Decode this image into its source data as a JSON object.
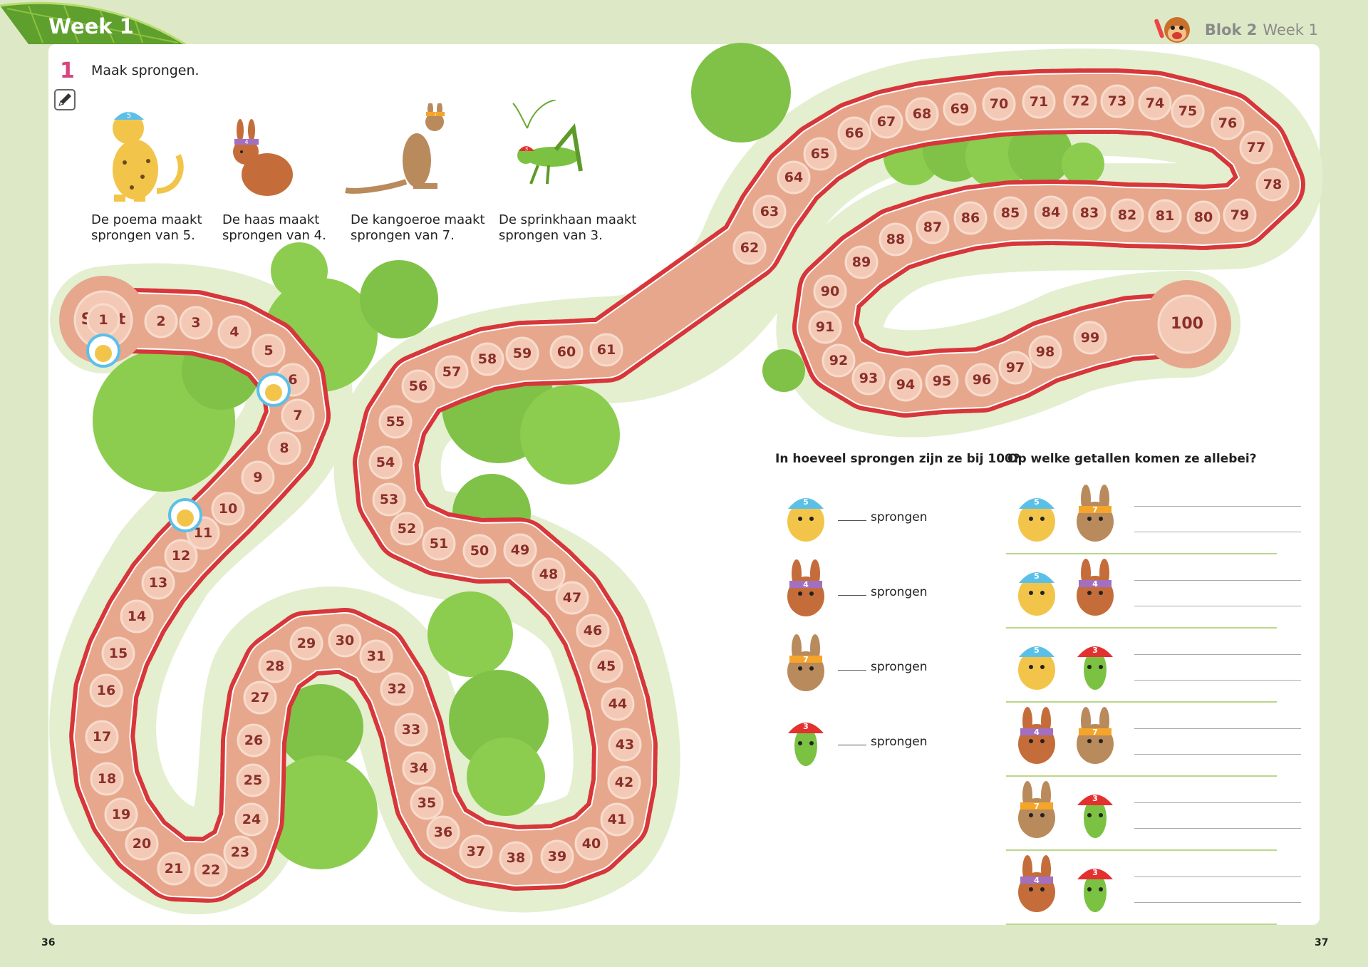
{
  "header": {
    "week_title": "Week 1",
    "blok": "Blok 2",
    "week": "Week 1"
  },
  "exercise": {
    "number": "1",
    "instruction": "Maak sprongen."
  },
  "animals": [
    {
      "name": "poema",
      "cap": "5",
      "line1": "De poema maakt",
      "line2": "sprongen van 5."
    },
    {
      "name": "haas",
      "cap": "4",
      "line1": "De haas maakt",
      "line2": "sprongen van 4."
    },
    {
      "name": "kangoeroe",
      "cap": "7",
      "line1": "De kangoeroe maakt",
      "line2": "sprongen van 7."
    },
    {
      "name": "sprinkhaan",
      "cap": "3",
      "line1": "De sprinkhaan maakt",
      "line2": "sprongen van 3."
    }
  ],
  "board": {
    "start": "Start",
    "tiles": [
      "1",
      "2",
      "3",
      "4",
      "5",
      "6",
      "7",
      "8",
      "9",
      "10",
      "11",
      "12",
      "13",
      "14",
      "15",
      "16",
      "17",
      "18",
      "19",
      "20",
      "21",
      "22",
      "23",
      "24",
      "25",
      "26",
      "27",
      "28",
      "29",
      "30",
      "31",
      "32",
      "33",
      "34",
      "35",
      "36",
      "37",
      "38",
      "39",
      "40",
      "41",
      "42",
      "43",
      "44",
      "45",
      "46",
      "47",
      "48",
      "49",
      "50",
      "51",
      "52",
      "53",
      "54",
      "55",
      "56",
      "57",
      "58",
      "59",
      "60",
      "61",
      "62",
      "63",
      "64",
      "65",
      "66",
      "67",
      "68",
      "69",
      "70",
      "71",
      "72",
      "73",
      "74",
      "75",
      "76",
      "77",
      "78",
      "79",
      "80",
      "81",
      "82",
      "83",
      "84",
      "85",
      "86",
      "87",
      "88",
      "89",
      "90",
      "91",
      "92",
      "93",
      "94",
      "95",
      "96",
      "97",
      "98",
      "99"
    ],
    "finish": "100"
  },
  "questions": {
    "q1": "In hoeveel sprongen zijn ze bij 100?",
    "q2": "Op welke getallen komen ze allebei?",
    "answer_label": "sprongen",
    "q1_rows": [
      {
        "animal": "poema",
        "cap": "5"
      },
      {
        "animal": "haas",
        "cap": "4"
      },
      {
        "animal": "kangoeroe",
        "cap": "7"
      },
      {
        "animal": "sprinkhaan",
        "cap": "3"
      }
    ],
    "q2_rows": [
      [
        "5",
        "7"
      ],
      [
        "5",
        "4"
      ],
      [
        "5",
        "3"
      ],
      [
        "4",
        "7"
      ],
      [
        "7",
        "3"
      ],
      [
        "4",
        "3"
      ]
    ]
  },
  "footer": {
    "left_page": "36",
    "right_page": "37"
  },
  "colors": {
    "accent_pink": "#d6457f",
    "path": "#e7a78d",
    "tile": "#f3c9b5",
    "tile_text": "#8a2f2a",
    "dots": "#d7363a",
    "green": "#7cc242",
    "cap_blue": "#5bc0e8",
    "cap_purple": "#a36fc0",
    "cap_orange": "#f4a52a",
    "cap_red": "#e2312f"
  }
}
